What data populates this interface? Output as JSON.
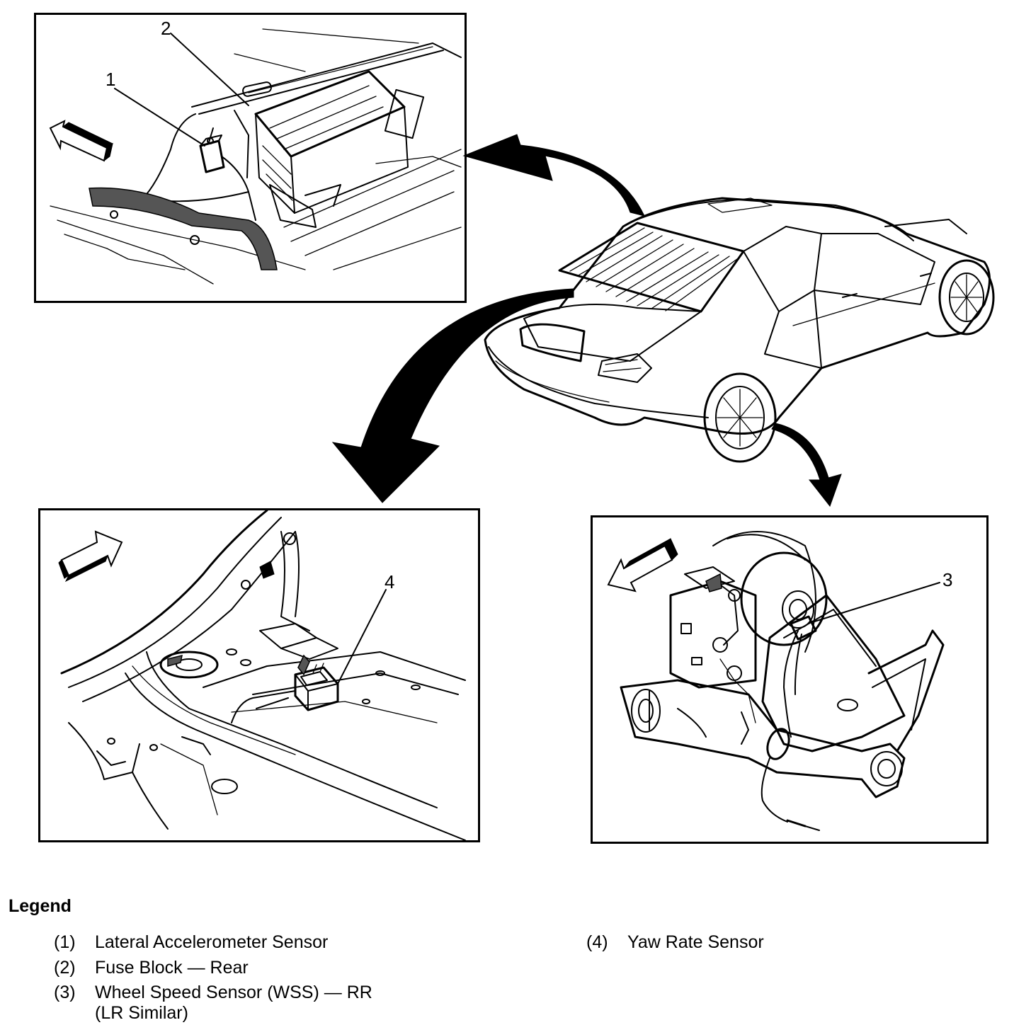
{
  "callouts": {
    "one": "1",
    "two": "2",
    "three": "3",
    "four": "4"
  },
  "legend": {
    "title": "Legend",
    "items": [
      {
        "number": "(1)",
        "text": "Lateral Accelerometer Sensor"
      },
      {
        "number": "(2)",
        "text": "Fuse Block — Rear"
      },
      {
        "number": "(3)",
        "text": "Wheel Speed Sensor (WSS) — RR",
        "text_line2": "(LR Similar)"
      },
      {
        "number": "(4)",
        "text": "Yaw Rate Sensor"
      }
    ]
  },
  "icons": [
    "direction-arrow-icon",
    "pointer-arrow-icon"
  ],
  "colors": {
    "ink": "#000000",
    "background": "#ffffff"
  }
}
